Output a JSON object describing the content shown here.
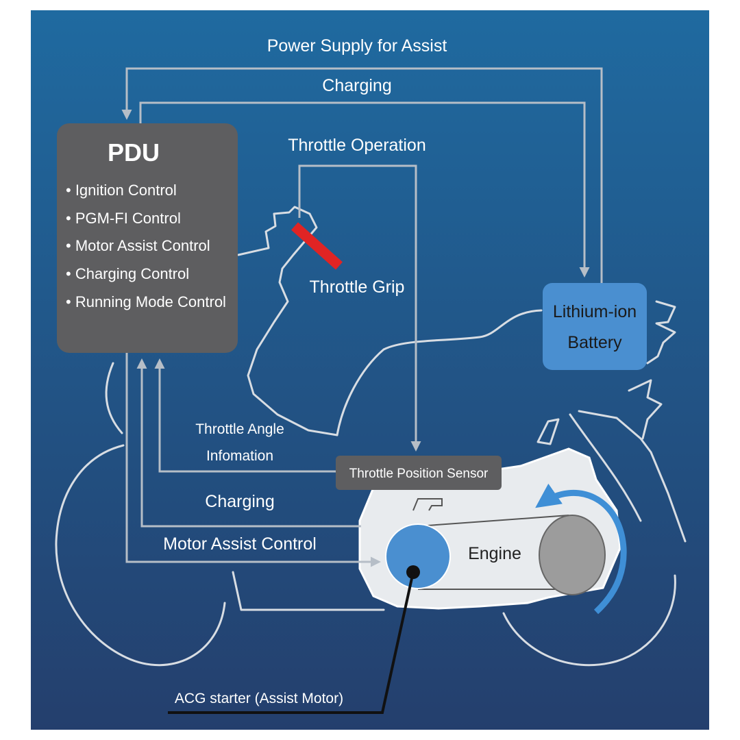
{
  "labels": {
    "power_supply": "Power Supply for Assist",
    "charging_top": "Charging",
    "throttle_operation": "Throttle Operation",
    "throttle_grip": "Throttle Grip",
    "throttle_angle_line1": "Throttle Angle",
    "throttle_angle_line2": "Infomation",
    "charging_lower": "Charging",
    "motor_assist": "Motor Assist Control",
    "engine": "Engine",
    "acg_starter": "ACG starter (Assist Motor)"
  },
  "pdu": {
    "title": "PDU",
    "items": [
      "• Ignition Control",
      "• PGM-FI Control",
      "• Motor Assist Control",
      "• Charging Control",
      "• Running Mode Control"
    ]
  },
  "battery": {
    "line1": "Lithium-ion",
    "line2": "Battery"
  },
  "sensor": {
    "label": "Throttle Position Sensor"
  },
  "colors": {
    "bg_top": "#1f6aa0",
    "bg_bottom": "#243f6d",
    "pdu": "#5e5e60",
    "battery": "#4a8fd0",
    "motor": "#4a8fd0",
    "arrow": "#b6bec7",
    "outline": "#d8dde3",
    "grip": "#e02424",
    "rotation": "#3f8fd6"
  }
}
